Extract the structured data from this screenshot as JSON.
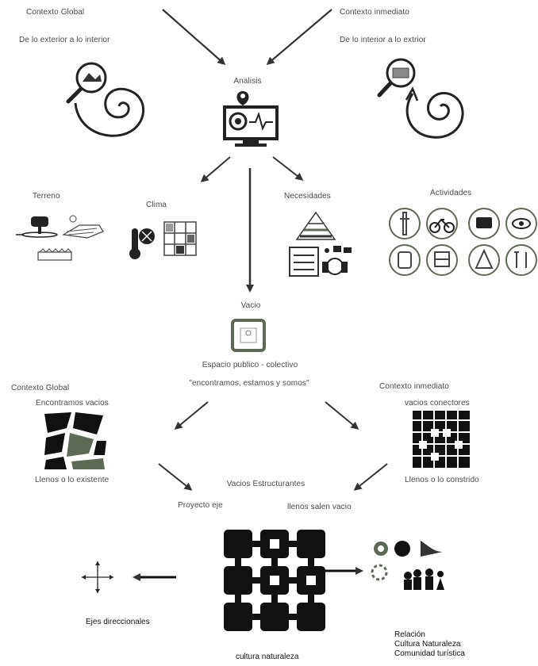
{
  "top": {
    "left_title": "Contexto Global",
    "left_sub": "De lo exterior a lo interior",
    "right_title": "Contexto inmediato",
    "right_sub": "De lo interior a lo extrior",
    "analysis": "Analisis"
  },
  "factors": {
    "terreno": "Terreno",
    "clima": "Clima",
    "necesidades": "Necesidades",
    "actividades": "Actividades"
  },
  "vacio": {
    "title": "Vacio",
    "espacio": "Espacio publico - colectivo",
    "quote": "\"encontramos, estamos y somos\""
  },
  "middle": {
    "left_title": "Contexto Global",
    "left_sub": "Encontramos vacios",
    "left_bottom": "Llenos o lo existente",
    "right_title": "Contexto inmediato",
    "right_sub": "vacios conectores",
    "right_bottom": "Llenos o lo constrido",
    "center": "Vacios Estructurantes",
    "proyecto": "Proyecto eje",
    "llenos": "llenos salen vacio"
  },
  "bottom": {
    "ejes": "Ejes direccionales",
    "cultura": "cultura naturaleza",
    "relacion": [
      "Relación",
      "Cultura Naturaleza",
      "Comunidad turística"
    ]
  },
  "colors": {
    "ink": "#1a1a1a",
    "accent_green": "#5d6a55",
    "text_gray": "#4a4a4a"
  }
}
